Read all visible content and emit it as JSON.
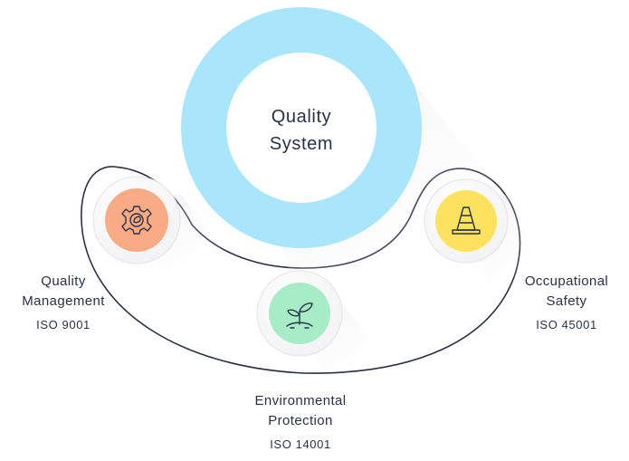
{
  "center": {
    "line1": "Quality",
    "line2": "System",
    "ring_color": "#a9e6fb",
    "inner_color": "#ffffff"
  },
  "items": [
    {
      "line1": "Quality",
      "line2": "Management",
      "code": "ISO 9001",
      "icon": "gear-icon",
      "color": "#f9ab85"
    },
    {
      "line1": "Environmental",
      "line2": "Protection",
      "code": "ISO 14001",
      "icon": "sprout-icon",
      "color": "#a6ecc7"
    },
    {
      "line1": "Occupational",
      "line2": "Safety",
      "code": "ISO 45001",
      "icon": "traffic-cone-icon",
      "color": "#fde25f"
    }
  ],
  "outline_color": "#2b3146"
}
